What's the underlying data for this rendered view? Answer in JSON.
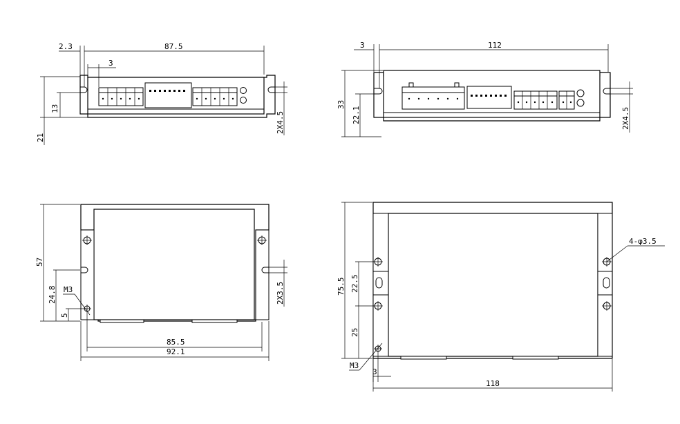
{
  "views": {
    "front_small": {
      "dims": {
        "flange_offset": "2.3",
        "body_width": "87.5",
        "terminal_offset": "3",
        "slot_height": "13",
        "total_height": "21",
        "slot_width": "2X4.5"
      }
    },
    "front_large": {
      "dims": {
        "flange_offset": "3",
        "body_width": "112",
        "total_height": "33",
        "slot_height": "22.1",
        "slot_width": "2X4.5"
      }
    },
    "top_small": {
      "dims": {
        "height": "57",
        "hole_height": "24.8",
        "thread_label": "M3",
        "hole_offset": "5",
        "slot_width": "2X3.5",
        "inner_width": "85.5",
        "overall_width": "92.1"
      }
    },
    "top_large": {
      "dims": {
        "height": "75.5",
        "hole_spacing_upper": "22.5",
        "hole_spacing_lower": "25",
        "thread_label": "M3",
        "hole_offset": "3",
        "hole_label": "4-φ3.5",
        "overall_width": "118"
      }
    }
  }
}
